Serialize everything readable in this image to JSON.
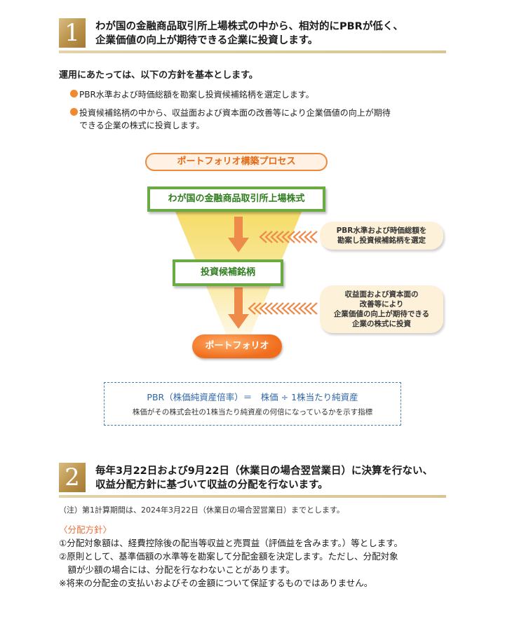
{
  "section1": {
    "number": "1",
    "title_line1": "わが国の金融商品取引所上場株式の中から、相対的にPBRが低く、",
    "title_line2": "企業価値の向上が期待できる企業に投資します。"
  },
  "intro": "運用にあたっては、以下の方針を基本とします。",
  "bullets": [
    {
      "lines": [
        "PBR水準および時価総額を勘案し投資候補銘柄を選定します。"
      ]
    },
    {
      "lines": [
        "投資候補銘柄の中から、収益面および資本面の改善等により企業価値の向上が期待",
        "できる企業の株式に投資します。"
      ]
    }
  ],
  "diagram": {
    "process_label": "ポートフォリオ構築プロセス",
    "universe": "わが国の金融商品取引所上場株式",
    "candidates": "投資候補銘柄",
    "portfolio": "ポートフォリオ",
    "note1": [
      "PBR水準および時価総額を",
      "勘案し投資候補銘柄を選定"
    ],
    "note2": [
      "収益面および資本面の",
      "改善等により",
      "企業価値の向上が期待できる",
      "企業の株式に投資"
    ],
    "funnel_color": "#f7e27a",
    "arrow_color": "#ee8a4a",
    "box_border_color": "#6aac43"
  },
  "pbr": {
    "formula": "PBR（株価純資産倍率）＝　株価 ÷ 1株当たり純資産",
    "description": "株価がその株式会社の1株当たり純資産の何倍になっているかを示す指標"
  },
  "section2": {
    "number": "2",
    "title_line1": "毎年3月22日および9月22日（休業日の場合翌営業日）に決算を行ない、",
    "title_line2": "収益分配方針に基づいて収益の分配を行ないます。"
  },
  "note": "（注）第1計算期間は、2024年3月22日（休業日の場合翌営業日）までとします。",
  "policy": {
    "title": "〈分配方針〉",
    "items": [
      "①分配対象額は、経費控除後の配当等収益と売買益（評価益を含みます。）等とします。",
      "②原則として、基準価額の水準等を勘案して分配金額を決定します。ただし、分配対象",
      "　額が少額の場合には、分配を行なわないことがあります。",
      "※将来の分配金の支払いおよびその金額について保証するものではありません。"
    ]
  },
  "accent_color": "#f08a30"
}
